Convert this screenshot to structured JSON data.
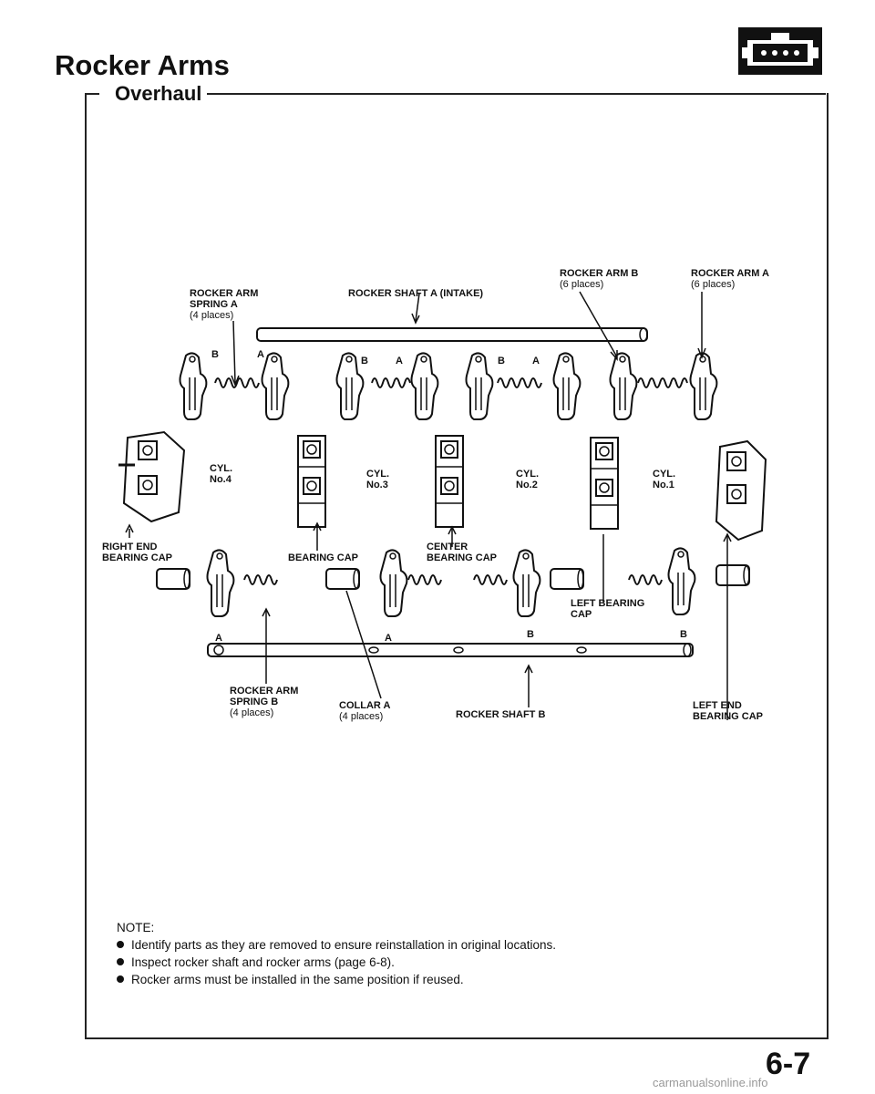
{
  "header": {
    "title": "Rocker Arms",
    "subtitle": "Overhaul"
  },
  "labels": {
    "rocker_arm_spring_a": "ROCKER ARM\nSPRING A",
    "rocker_arm_spring_a_qty": "(4 places)",
    "rocker_shaft_a": "ROCKER SHAFT A (INTAKE)",
    "rocker_arm_b": "ROCKER ARM B",
    "rocker_arm_b_qty": "(6 places)",
    "rocker_arm_a": "ROCKER ARM A",
    "rocker_arm_a_qty": "(6 places)",
    "cyl4": "CYL.\nNo.4",
    "cyl3": "CYL.\nNo.3",
    "cyl2": "CYL.\nNo.2",
    "cyl1": "CYL.\nNo.1",
    "right_end_cap": "RIGHT END\nBEARING CAP",
    "bearing_cap": "BEARING CAP",
    "center_cap": "CENTER\nBEARING CAP",
    "left_cap": "LEFT BEARING\nCAP",
    "rocker_arm_spring_b": "ROCKER ARM\nSPRING B",
    "rocker_arm_spring_b_qty": "(4 places)",
    "collar_a": "COLLAR A",
    "collar_a_qty": "(4 places)",
    "rocker_shaft_b": "ROCKER SHAFT B",
    "left_end_cap": "LEFT END\nBEARING CAP",
    "letter_a": "A",
    "letter_b": "B"
  },
  "notes": {
    "heading": "NOTE:",
    "items": [
      "Identify parts as they are removed to ensure reinstallation in original locations.",
      "Inspect rocker shaft and rocker arms (page 6-8).",
      "Rocker arms must be installed in the same position if reused."
    ]
  },
  "footer": {
    "page_number": "6-7",
    "watermark": "carmanualsonline.info"
  }
}
